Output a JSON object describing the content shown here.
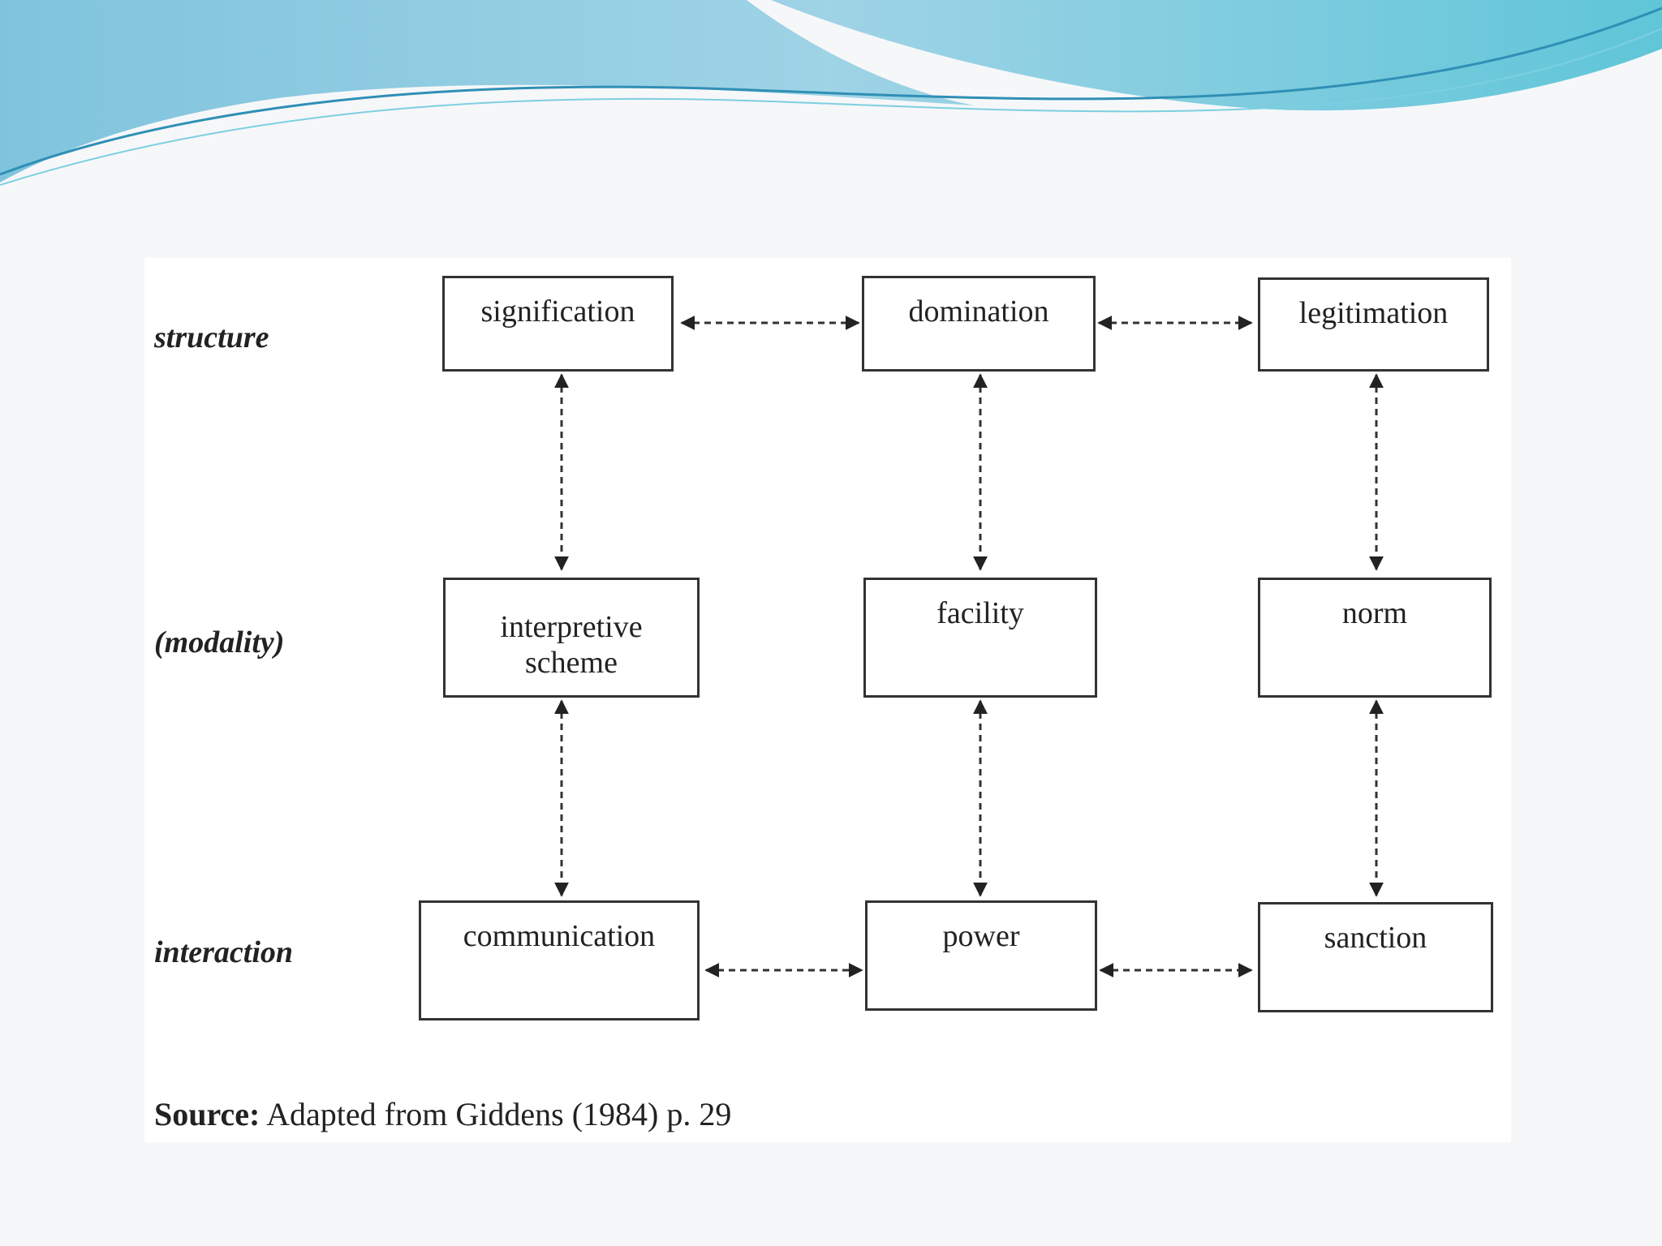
{
  "rows": {
    "structure": "structure",
    "modality": "(modality)",
    "interaction": "interaction"
  },
  "boxes": {
    "signification": "signification",
    "domination": "domination",
    "legitimation": "legitimation",
    "interpretive_scheme_line1": "interpretive",
    "interpretive_scheme_line2": "scheme",
    "facility": "facility",
    "norm": "norm",
    "communication": "communication",
    "power": "power",
    "sanction": "sanction"
  },
  "source": {
    "label": "Source:",
    "text": "Adapted from Giddens (1984) p. 29"
  },
  "colors": {
    "wave_dark": "#5bb3d6",
    "wave_light": "#a9dbe9",
    "line": "#333333"
  }
}
